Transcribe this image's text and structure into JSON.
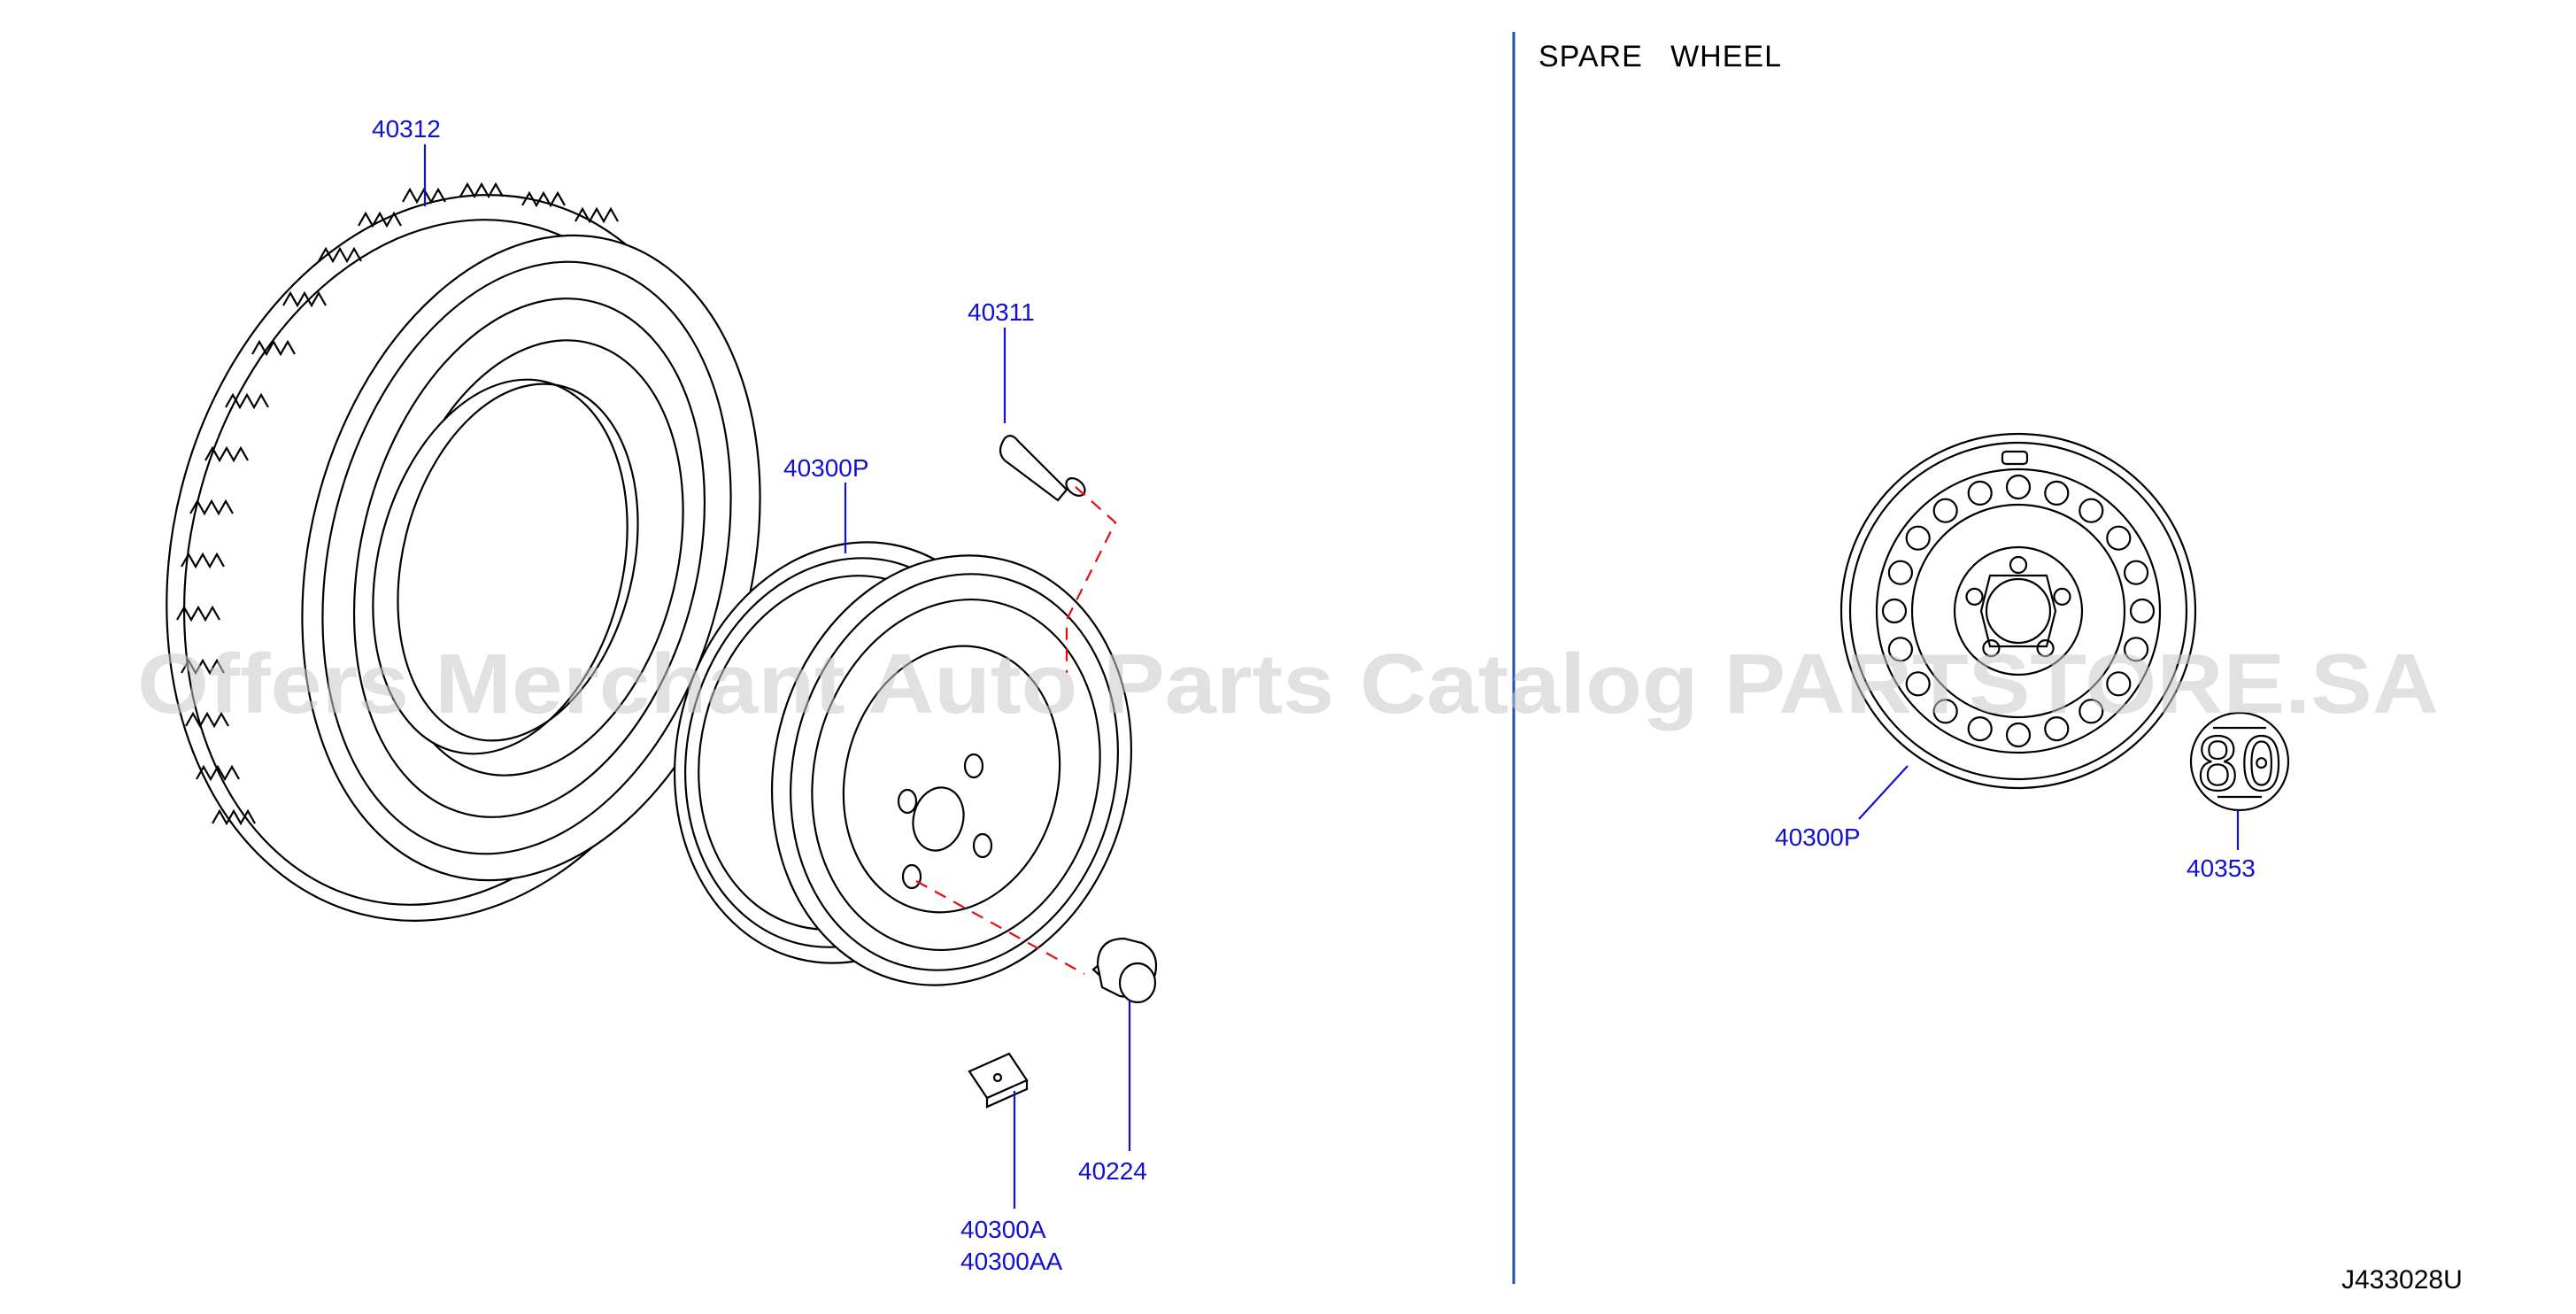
{
  "section_title": "SPARE   WHEEL",
  "drawing_code": "J433028U",
  "watermark": "Offers Merchant Auto Parts Catalog PARTSTORE.SA",
  "parts": {
    "tire": "40312",
    "valve": "40311",
    "wheel": "40300P",
    "weight_a": "40300A",
    "weight_aa": "40300AA",
    "nut": "40224",
    "spare_wheel": "40300P",
    "label": "40353"
  },
  "speed_label_value": "80",
  "colors": {
    "callout": "#1010d0",
    "divider": "#1f4fa8",
    "alignment": "#e01010"
  }
}
